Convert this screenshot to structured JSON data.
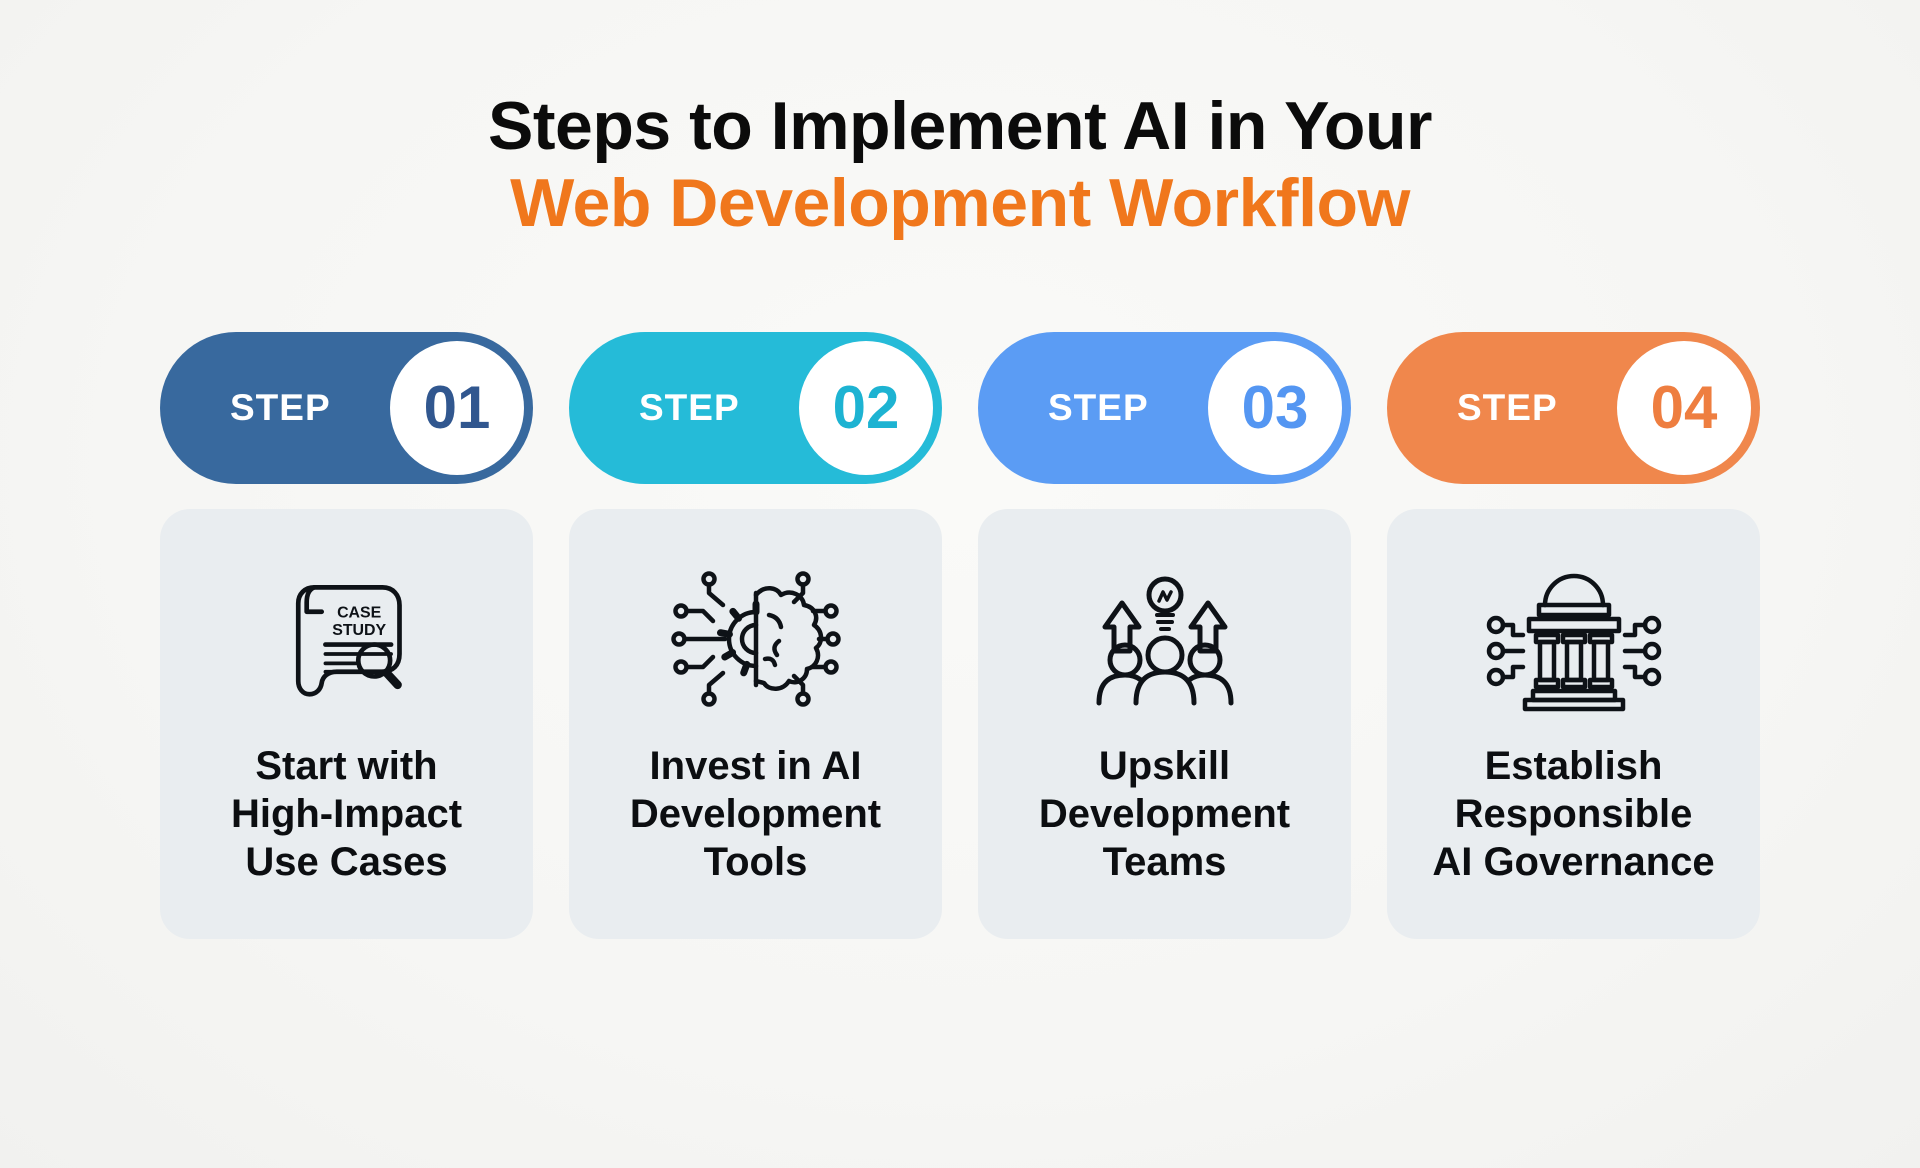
{
  "header": {
    "title_line1": "Steps to Implement AI in Your",
    "title_line2": "Web Development Workflow",
    "title_color": "#0b0b0b",
    "accent_color": "#f0771c"
  },
  "card": {
    "background": "#e9edf0"
  },
  "steps": [
    {
      "label": "STEP",
      "number": "01",
      "pill_color": "#38699e",
      "number_color": "#31578f",
      "icon": "case-study-document-icon",
      "icon_text_line1": "CASE",
      "icon_text_line2": "STUDY",
      "title_lines": [
        "Start with",
        "High-Impact",
        "Use Cases"
      ]
    },
    {
      "label": "STEP",
      "number": "02",
      "pill_color": "#25bbd8",
      "number_color": "#1db3d2",
      "icon": "ai-brain-circuit-icon",
      "title_lines": [
        "Invest in AI",
        "Development",
        "Tools"
      ]
    },
    {
      "label": "STEP",
      "number": "03",
      "pill_color": "#5b9cf4",
      "number_color": "#5496f2",
      "icon": "team-upskill-icon",
      "title_lines": [
        "Upskill",
        "Development",
        "Teams"
      ]
    },
    {
      "label": "STEP",
      "number": "04",
      "pill_color": "#f0874c",
      "number_color": "#ee7e40",
      "icon": "ai-governance-building-icon",
      "title_lines": [
        "Establish",
        "Responsible",
        "AI Governance"
      ]
    }
  ]
}
